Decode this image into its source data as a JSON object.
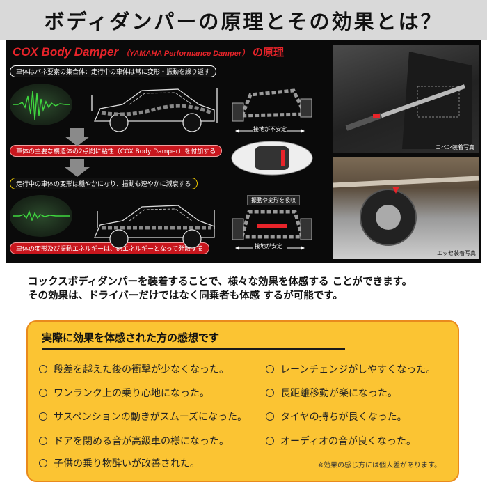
{
  "title": "ボディダンパーの原理とその効果とは？",
  "panel": {
    "title_main": "COX Body Damper",
    "title_sub": "（YAMAHA Performance Damper）",
    "title_jp": "の原理",
    "steps": [
      "車体はバネ要素の集合体：走行中の車体は常に変形・振動を繰り返す",
      "車体の主要な構造体の2点間に粘性（COX Body Damper）を付加する",
      "走行中の車体の変形は穏やかになり、振動も速やかに減衰する",
      "車体の変形及び振動エネルギーは、熱エネルギーとなって発散する"
    ],
    "label_unstable": "接地が不安定",
    "label_stable": "接地が安定",
    "label_damper_absorb": "振動や変形を吸収",
    "caption_copen": "コペン装着写真",
    "caption_essa": "エッセ装着写真"
  },
  "description": {
    "line1": "コックスボディダンパーを装着することで、様々な効果を体感する ことができます。",
    "line2": "その効果は、ドライバーだけではなく同乗者も体感 するが可能です。"
  },
  "impressions": {
    "heading": "実際に効果を体感された方の感想です",
    "left": [
      "段差を越えた後の衝撃が少なくなった。",
      "ワンランク上の乗り心地になった。",
      "サスペンションの動きがスムーズになった。",
      "ドアを閉める音が高級車の様になった。",
      "子供の乗り物酔いが改善された。"
    ],
    "right": [
      "レーンチェンジがしやすくなった。",
      "長距離移動が楽になった。",
      "タイヤの持ちが良くなった。",
      "オーディオの音が良くなった。"
    ],
    "note": "※効果の感じ方には個人差があります。"
  },
  "colors": {
    "title_bg": "#d9d9d9",
    "panel_bg": "#0a0a0a",
    "brand_red": "#e8242a",
    "box_bg": "#fbc433",
    "box_border": "#e98a1d"
  }
}
